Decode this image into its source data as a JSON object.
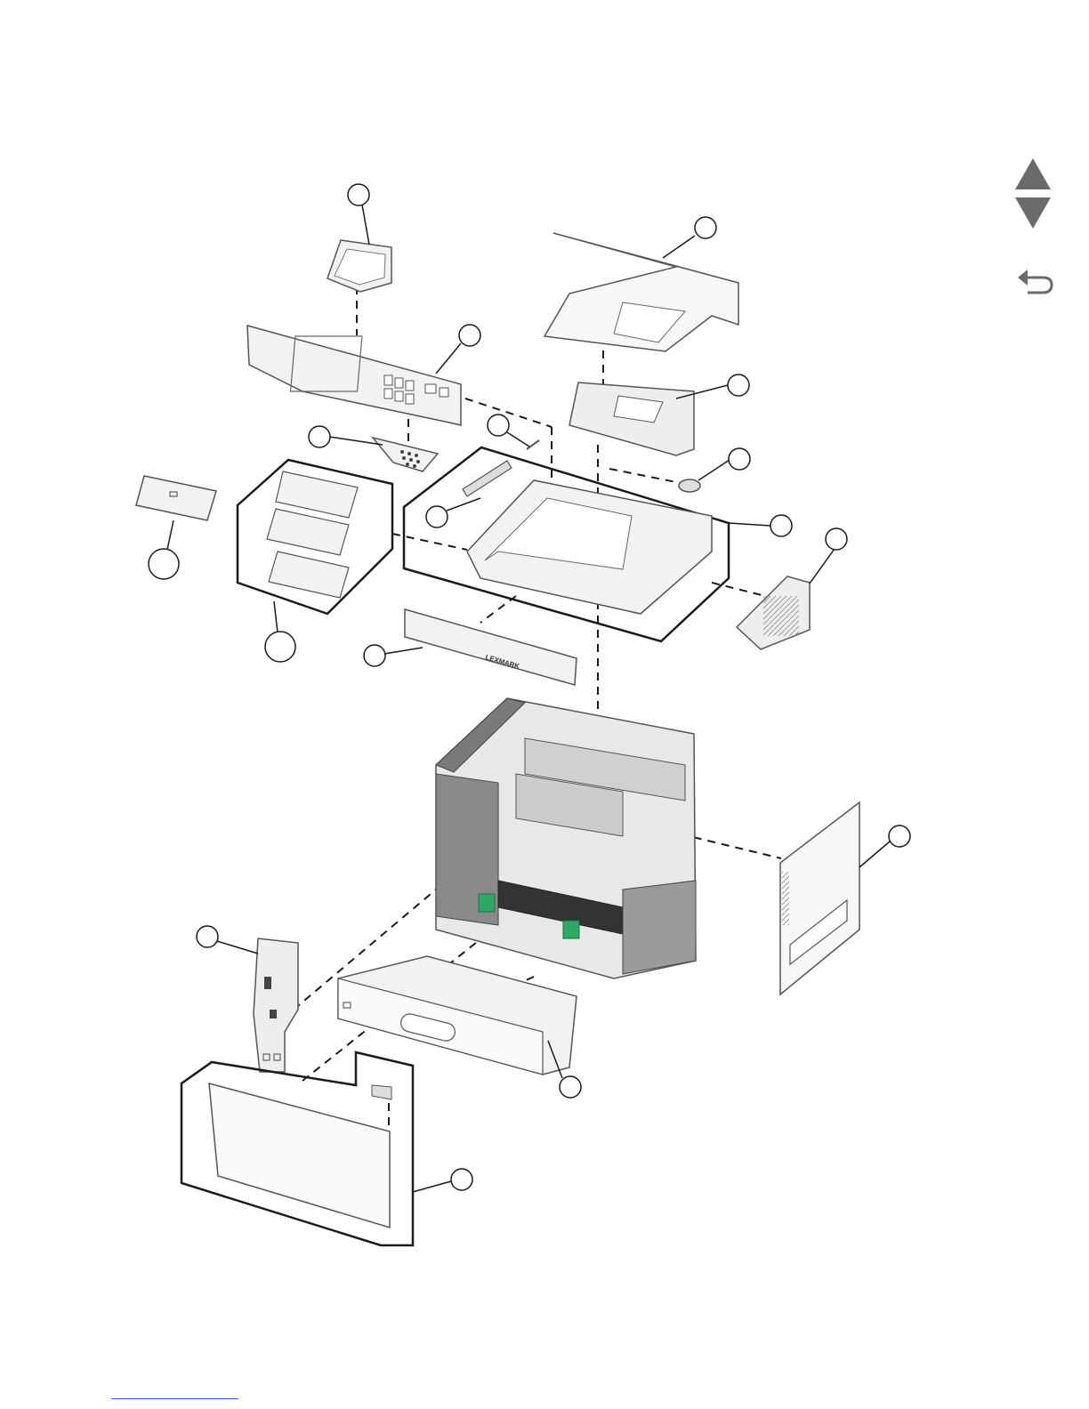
{
  "page": {
    "title": "",
    "brand_label": "LEXMARK"
  },
  "navigation": {
    "prev_icon": "triangle-up-icon",
    "next_icon": "triangle-down-icon",
    "back_icon": "return-arrow-icon"
  },
  "callouts": [
    {
      "id": "callout-1",
      "label": ""
    },
    {
      "id": "callout-2",
      "label": ""
    },
    {
      "id": "callout-3",
      "label": ""
    },
    {
      "id": "callout-4",
      "label": ""
    },
    {
      "id": "callout-5",
      "label": ""
    },
    {
      "id": "callout-6",
      "label": ""
    },
    {
      "id": "callout-7",
      "label": ""
    },
    {
      "id": "callout-8",
      "label": ""
    },
    {
      "id": "callout-9",
      "label": ""
    },
    {
      "id": "callout-10",
      "label": ""
    },
    {
      "id": "callout-11",
      "label": ""
    },
    {
      "id": "callout-12",
      "label": ""
    },
    {
      "id": "callout-13",
      "label": ""
    },
    {
      "id": "callout-14",
      "label": ""
    },
    {
      "id": "callout-15",
      "label": ""
    },
    {
      "id": "callout-16",
      "label": ""
    },
    {
      "id": "callout-17",
      "label": ""
    },
    {
      "id": "callout-18",
      "label": ""
    },
    {
      "id": "callout-19",
      "label": ""
    }
  ],
  "colors": {
    "line": "#1a1a1a",
    "part_fill": "#f2f2f2",
    "part_stroke": "#555555",
    "dark_part": "#6b6b6b",
    "accent_green": "#2fa866",
    "footer_link": "#3a5fcd"
  }
}
